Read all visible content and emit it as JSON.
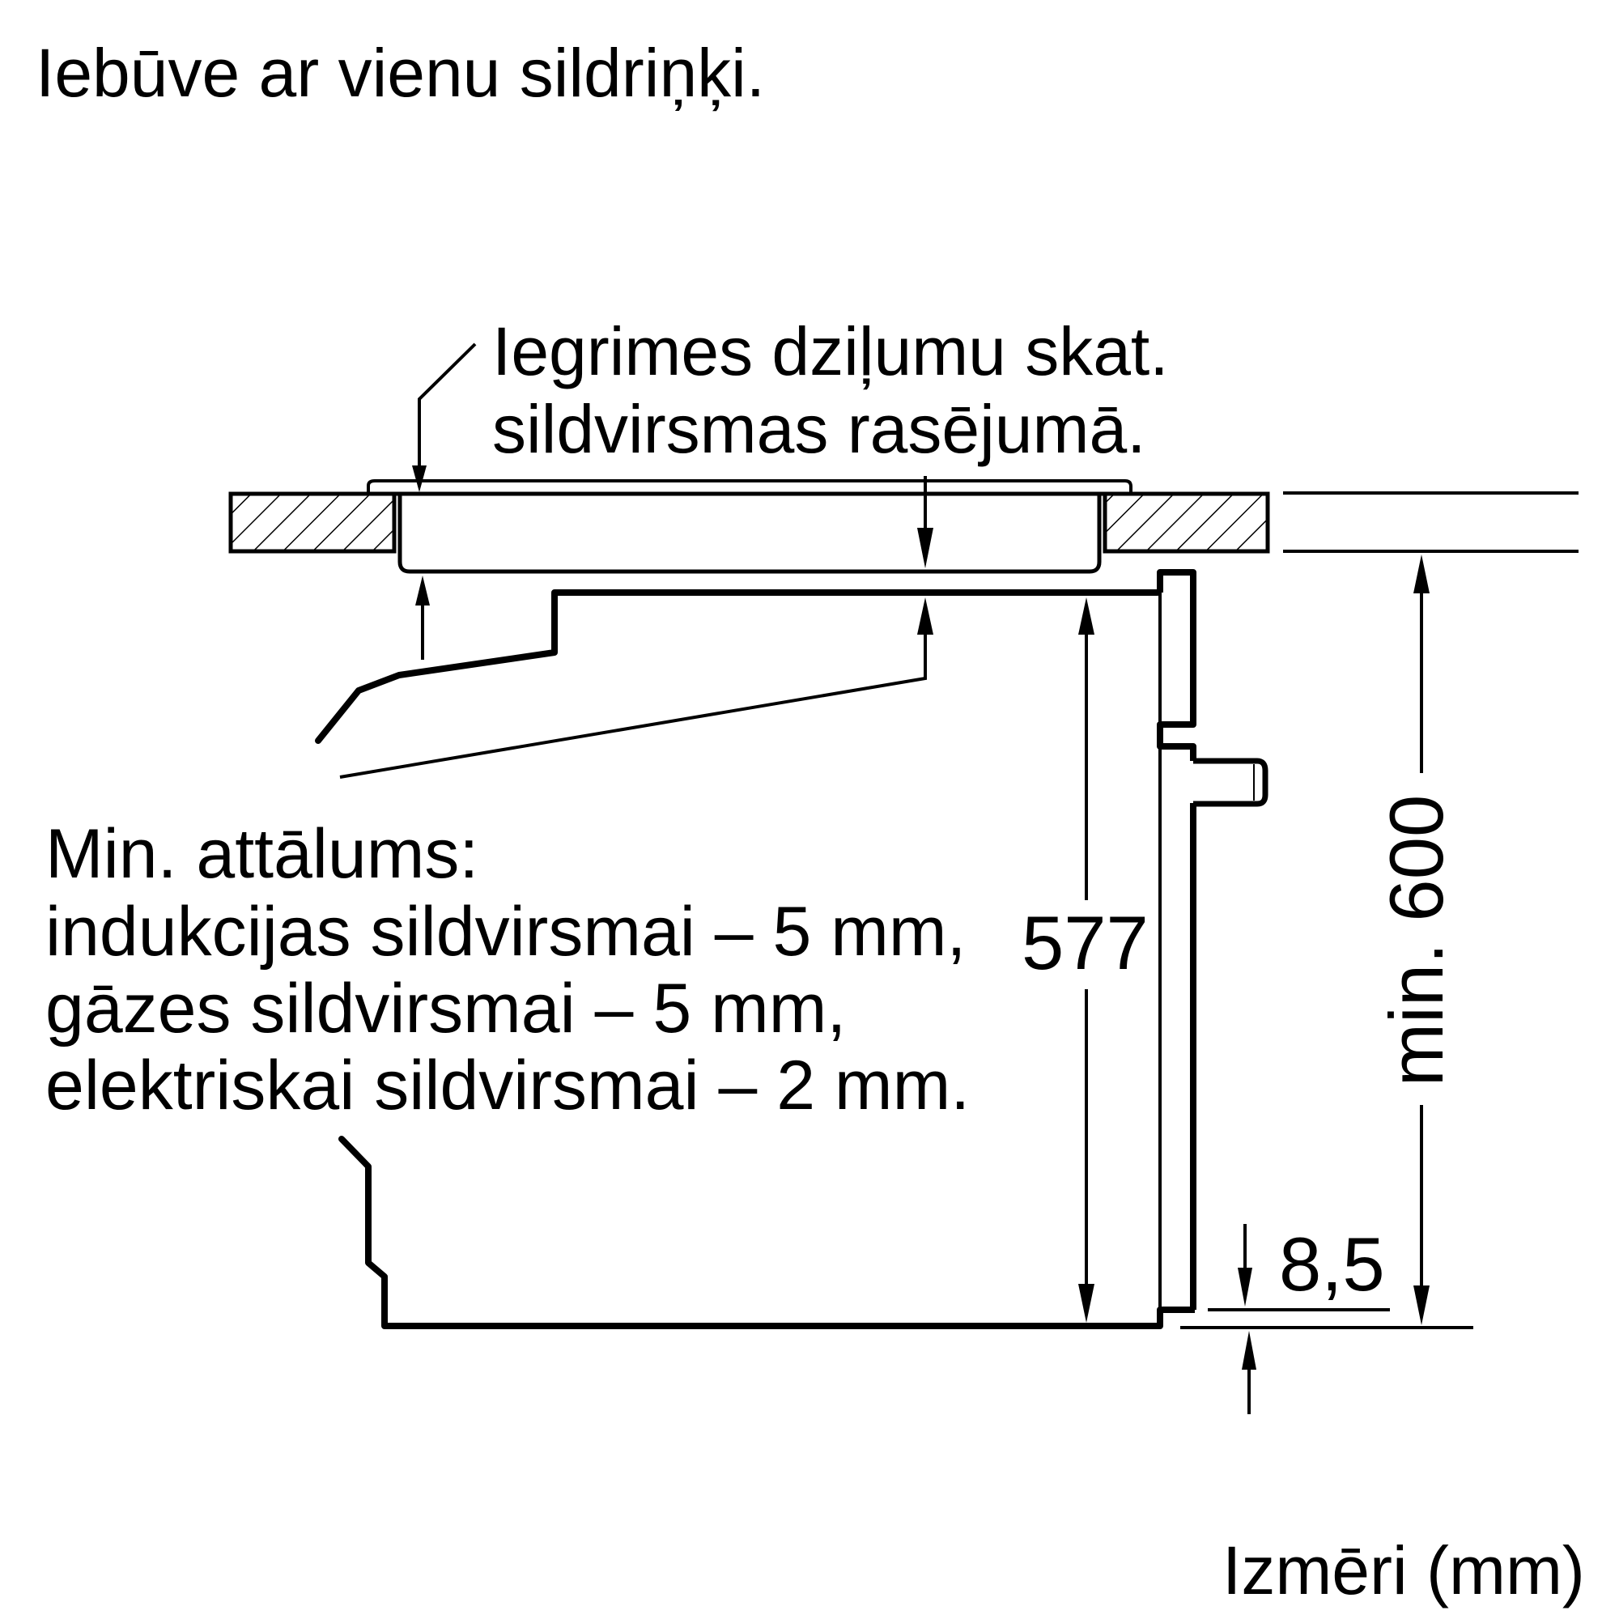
{
  "title": "Iebūve ar vienu sildriņķi.",
  "callout": {
    "line1": "Iegrimes dziļumu skat.",
    "line2": "sildvirsmas rasējumā."
  },
  "min_distance": {
    "heading": "Min. attālums:",
    "items": [
      "indukcijas sildvirsmai – 5 mm,",
      "gāzes sildvirsmai – 5 mm,",
      "elektriskai sildvirsmai – 2 mm."
    ]
  },
  "dimensions": {
    "oven_height": "577",
    "niche_height": "min. 600",
    "bottom_gap": "8,5"
  },
  "units_label": "Izmēri (mm)",
  "colors": {
    "line": "#000000",
    "background": "#ffffff"
  }
}
